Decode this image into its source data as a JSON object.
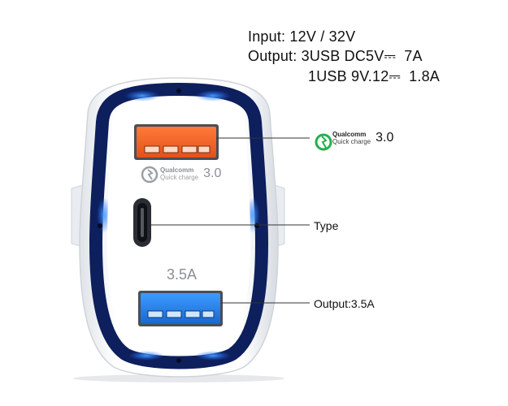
{
  "specs": {
    "input": "Input: 12V / 32V",
    "output_line1": "Output: 3USB DC5V⎓ 7A",
    "output_line2": "1USB 9V.12⎓ 1.8A"
  },
  "callouts": {
    "qc_brand": "Qualcomm",
    "qc_sub": "Quick charge",
    "qc_version": "3.0",
    "type_label": "Type",
    "output_label": "Output:3.5A"
  },
  "device": {
    "qc_brand": "Qualcomm",
    "qc_sub": "Quick charge",
    "qc_version": "3.0",
    "amp_label": "3.5A"
  },
  "colors": {
    "shell": "#ffffff",
    "ring_dark": "#0d1f5c",
    "ring_glow": "#1e6cff",
    "port_orange": "#f05a1f",
    "port_blue": "#1f7be0",
    "qc_green": "#22b14c"
  },
  "icons": [
    "qualcomm-quick-charge-icon",
    "usb-c-port-icon"
  ]
}
